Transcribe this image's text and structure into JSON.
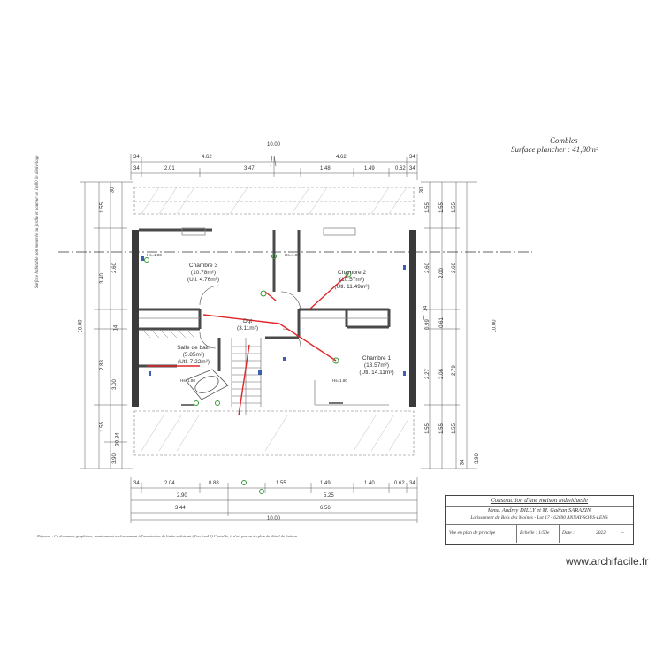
{
  "header": {
    "level_name": "Combles",
    "floor_area": "Surface plancher : 41,80m²"
  },
  "side_note": "Surface habitable non mesurée au jardin et hauteur de 1m80 de dénivelage",
  "overall": {
    "width": "10.00",
    "depth": "10.00"
  },
  "top_dims": {
    "row1": [
      "34",
      "4.62",
      "10.00",
      "4.62",
      "34"
    ],
    "row2": [
      "34",
      "2.01",
      "3.47",
      "1.48",
      "1.49",
      "0.62",
      "34"
    ]
  },
  "bottom_dims": {
    "row1": [
      "34",
      "2.04",
      "0.88",
      "1.55",
      "1.49",
      "1.40",
      "0.62",
      "34"
    ],
    "row2": [
      "2.90",
      "5.25"
    ],
    "row3": [
      "3.44",
      "6.56"
    ],
    "total": "10.00"
  },
  "left_dims": [
    "1.55",
    "30",
    "3.40",
    "2.60",
    "14",
    "2.83",
    "3.00",
    "1.55",
    "3.90",
    "30.34"
  ],
  "right_dims": [
    "30",
    "1.55",
    "1.55",
    "1.55",
    "2.60",
    "2.60",
    "2.00",
    "14",
    "0.99",
    "0.61",
    "2.27",
    "2.79",
    "2.06",
    "1.55",
    "1.55",
    "1.55",
    "34",
    "3.90"
  ],
  "rooms": [
    {
      "name": "Chambre 3",
      "area": "(10.78m²)",
      "usable": "(Utl. 4.76m²)"
    },
    {
      "name": "Chambre 2",
      "area": "(10.57m²)",
      "usable": "(Utl. 11.49m²)"
    },
    {
      "name": "Dgt",
      "area": "(3.11m²)",
      "usable": ""
    },
    {
      "name": "Salle de bain",
      "area": "(5.85m²)",
      "usable": "(Utl. 7.22m²)"
    },
    {
      "name": "Chambre 1",
      "area": "(13.57m²)",
      "usable": "(Utl. 14.11m²)"
    }
  ],
  "small_labels": [
    "Hs=1.80",
    "Hs=1.80",
    "Hs=1.80",
    "Hs=1.80"
  ],
  "legend": "Réponse : Ce document graphique, mentionnant exclusivement à l'annotation de limite réduisant (d'au fond 2) Contrôle, il n'est pas un du plan de détail de finition",
  "cartouche": {
    "title": "Construction d'une maison individuelle",
    "client": "Mme. Audrey DILLY et M. Gaëtan SARAZIN",
    "address": "Lotissement du Bois des Moines - Lot 17 - 62690 ANNAY-SOUS-LENS",
    "view": "Vue en plan de principe",
    "scale": "Echelle : 1/50e",
    "date_label": "Date :",
    "date_value": "2022",
    "index": "--"
  },
  "watermark": "www.archifacile.fr",
  "colors": {
    "wall": "#4a4a4a",
    "thin": "#8a8a8a",
    "network": "#e0262a",
    "green": "#3a9a3a",
    "blue": "#3d5fb0"
  }
}
